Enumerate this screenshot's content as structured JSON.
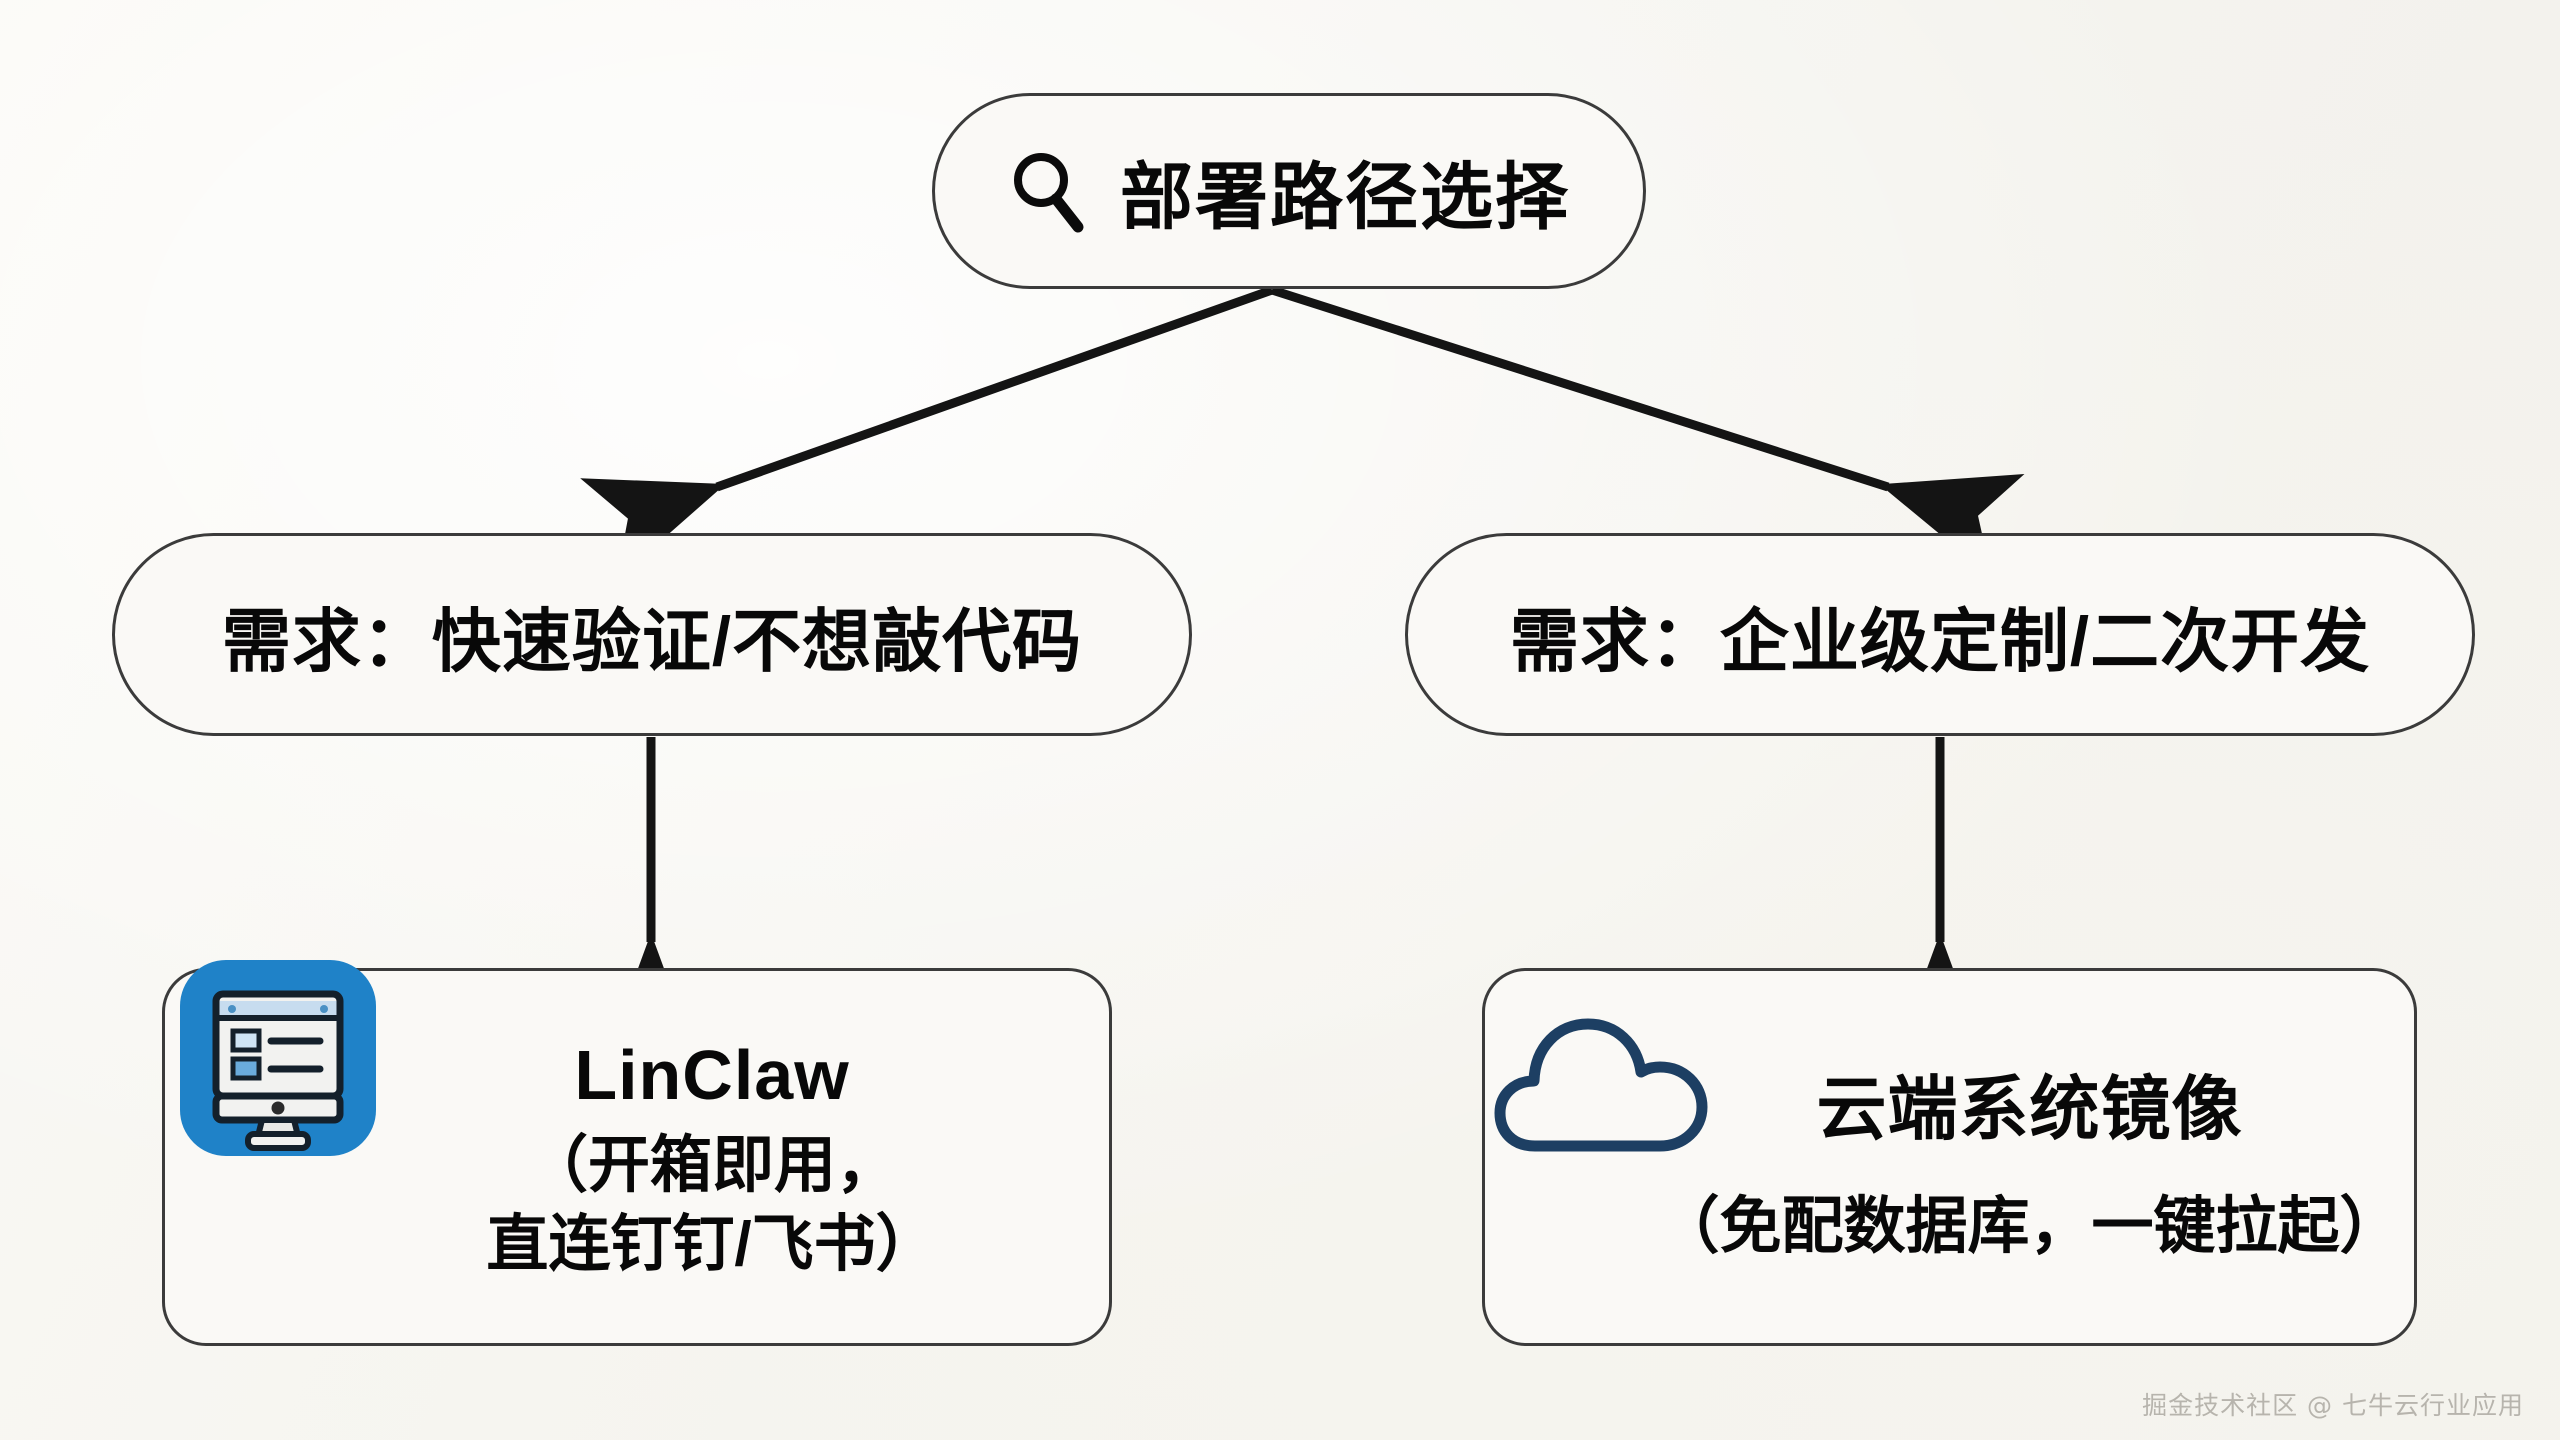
{
  "diagram": {
    "type": "flowchart",
    "background_color": "#f7f6f2",
    "node_border_color": "#3b3b3b",
    "text_color": "#080808",
    "root": {
      "icon": "search-icon",
      "label": "部署路径选择"
    },
    "branches": [
      {
        "id": "left",
        "label": "需求：快速验证/不想敲代码",
        "leaf": {
          "icon": "desktop-app-icon",
          "icon_color": "#1f82c8",
          "title": "LinClaw",
          "subtitle_line1": "（开箱即用，",
          "subtitle_line2": "直连钉钉/飞书）"
        }
      },
      {
        "id": "right",
        "label": "需求：企业级定制/二次开发",
        "leaf": {
          "icon": "cloud-icon",
          "icon_color": "#1d3f63",
          "title": "云端系统镜像",
          "subtitle_line1": "（免配数据库，一键拉起）",
          "subtitle_line2": ""
        }
      }
    ]
  },
  "watermark": {
    "text": "掘金技术社区 @ 七牛云行业应用"
  }
}
